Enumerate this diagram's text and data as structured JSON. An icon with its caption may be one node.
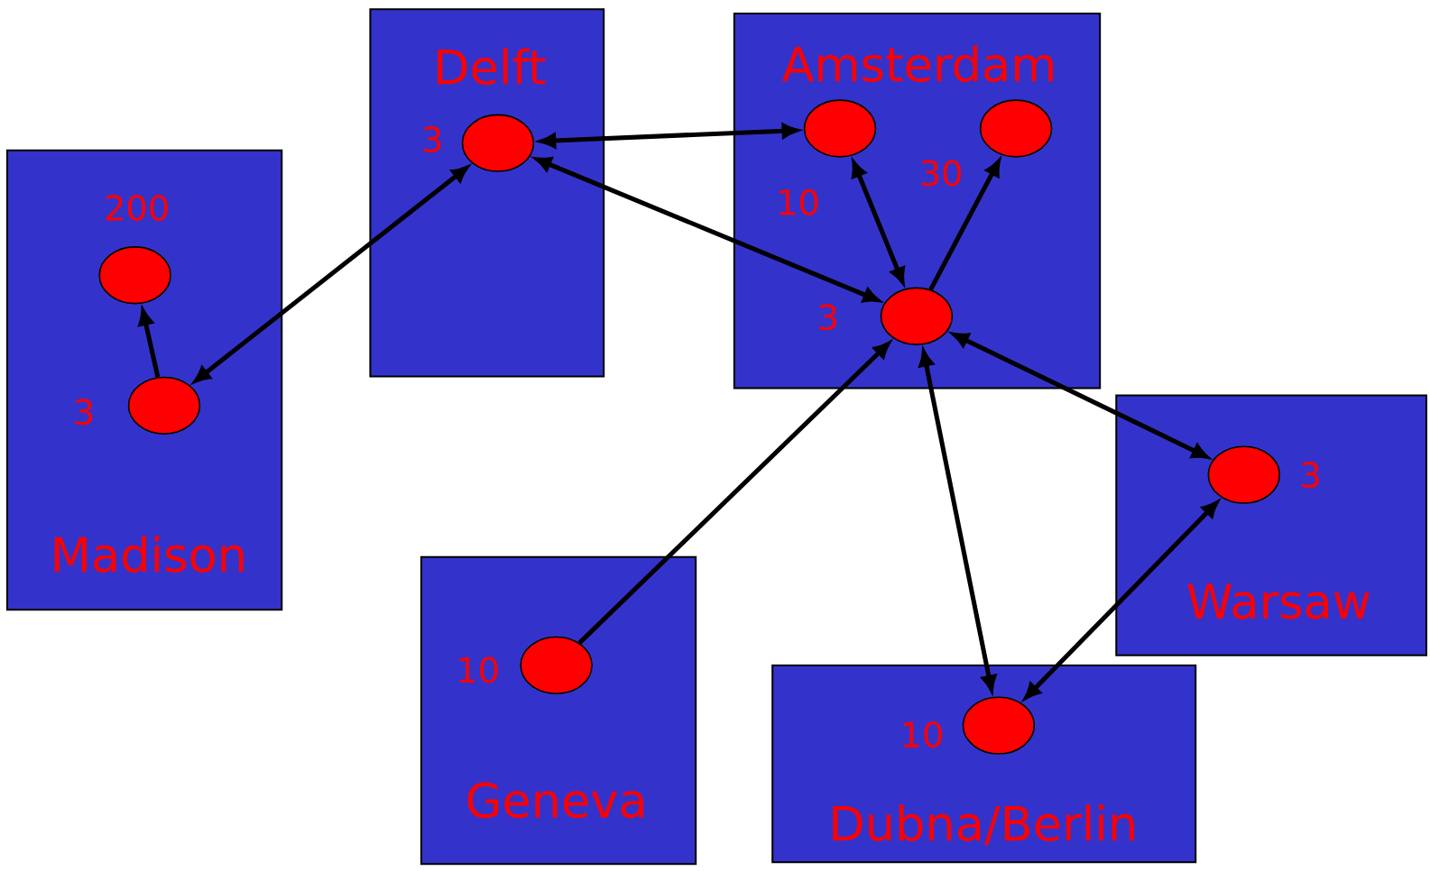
{
  "diagram": {
    "nodes": [
      {
        "text": [
          "Madison"
        ]
      },
      {
        "text": [],
        "shape": "ellipse",
        "in": 0,
        "beside": [
          "200"
        ]
      },
      {
        "text": [],
        "shape": "ellipse",
        "in": 0,
        "beside": [
          "3"
        ]
      },
      {
        "text": [
          "Delft"
        ]
      },
      {
        "text": [],
        "shape": "ellipse",
        "in": 3,
        "beside": [
          "3"
        ]
      },
      {
        "text": [
          "Amsterdam"
        ]
      },
      {
        "text": [],
        "shape": "ellipse",
        "in": 5,
        "beside": [
          "10"
        ]
      },
      {
        "text": [],
        "shape": "ellipse",
        "in": 5,
        "beside": [
          "30"
        ]
      },
      {
        "text": [],
        "shape": "ellipse",
        "in": 5,
        "beside": [
          "3"
        ]
      },
      {
        "text": [
          "Geneva"
        ]
      },
      {
        "text": [],
        "shape": "ellipse",
        "in": 9,
        "beside": [
          "10"
        ]
      },
      {
        "text": [
          "Warsaw"
        ]
      },
      {
        "text": [],
        "shape": "ellipse",
        "in": 11,
        "beside": [
          "3"
        ]
      },
      {
        "text": [
          "Dubna/Berlin"
        ]
      },
      {
        "text": [],
        "shape": "ellipse",
        "in": 13,
        "beside": [
          "10"
        ]
      }
    ],
    "edges": [
      {
        "from": 2,
        "to": 1,
        "arrow": "to"
      },
      {
        "from": 2,
        "to": 4,
        "arrow": "both"
      },
      {
        "from": 4,
        "to": 6,
        "arrow": "both"
      },
      {
        "from": 4,
        "to": 8,
        "arrow": "both"
      },
      {
        "from": 8,
        "to": 6,
        "arrow": "both"
      },
      {
        "from": 8,
        "to": 7,
        "arrow": "to"
      },
      {
        "from": 10,
        "to": 8,
        "arrow": "to"
      },
      {
        "from": 8,
        "to": 14,
        "arrow": "both"
      },
      {
        "from": 8,
        "to": 12,
        "arrow": "both"
      },
      {
        "from": 12,
        "to": 14,
        "arrow": "both"
      }
    ]
  }
}
